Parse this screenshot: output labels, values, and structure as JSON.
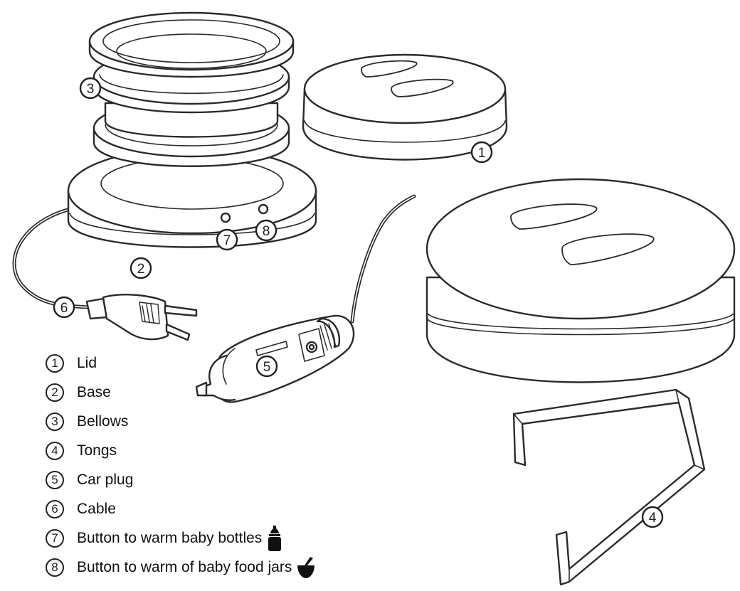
{
  "callouts": [
    "1",
    "2",
    "3",
    "4",
    "5",
    "6",
    "7",
    "8"
  ],
  "legend": [
    {
      "num": "1",
      "label": "Lid"
    },
    {
      "num": "2",
      "label": "Base"
    },
    {
      "num": "3",
      "label": "Bellows"
    },
    {
      "num": "4",
      "label": "Tongs"
    },
    {
      "num": "5",
      "label": "Car plug"
    },
    {
      "num": "6",
      "label": "Cable"
    },
    {
      "num": "7",
      "label": "Button to warm baby bottles",
      "icon": "baby-bottle-icon"
    },
    {
      "num": "8",
      "label": "Button to warm of baby food jars",
      "icon": "food-jar-icon"
    }
  ],
  "colors": {
    "line": "#2a2a2a",
    "fill": "#ffffff",
    "text": "#111111"
  }
}
